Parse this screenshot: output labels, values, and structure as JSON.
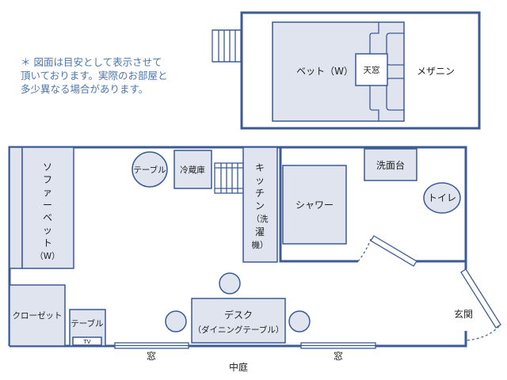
{
  "note": [
    "＊ 図面は目安として表示させて",
    "頂いております。実際のお部屋と",
    "多少異なる場合があります。"
  ],
  "labels": {
    "bed_w": "ベット（W）",
    "skylight": "天窓",
    "mezzanine": "メザニン",
    "sofa_bed": [
      "ソ",
      "フ",
      "ァ",
      "ー",
      "ベ",
      "ッ",
      "ト",
      "（W）"
    ],
    "table_round": "テーブル",
    "fridge": "冷蔵庫",
    "kitchen": [
      "キ",
      "ッ",
      "チ",
      "ン",
      "（洗",
      "濯",
      "機）"
    ],
    "shower": "シャワー",
    "washbasin": "洗面台",
    "toilet": "トイレ",
    "closet": "クローゼット",
    "table_tv": "テーブル",
    "tv": "TV",
    "desk": "デスク",
    "desk_sub": "（ダイニングテーブル）",
    "entrance": "玄関",
    "window_left": "窓",
    "window_right": "窓",
    "courtyard": "中庭"
  },
  "colors": {
    "wall": "#3c5a96",
    "furniture_fill": "#dfe4ef",
    "note_text": "#4c76ad"
  }
}
